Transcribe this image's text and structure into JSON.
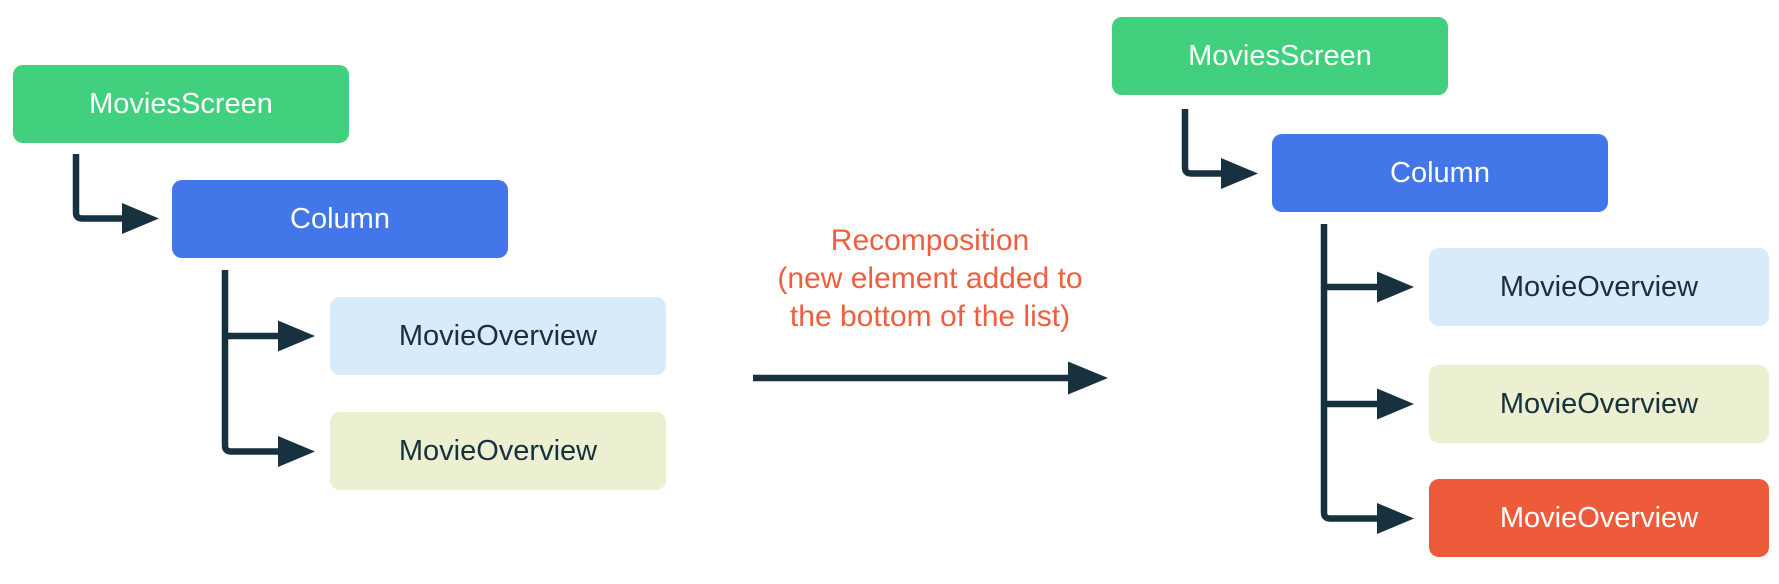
{
  "colors": {
    "green": "#40d07e",
    "blue": "#4376e8",
    "light_blue": "#d7ebfa",
    "light_yellow": "#edf0d0",
    "orange": "#ee5b3b",
    "navy": "#17313e",
    "white": "#ffffff",
    "caption": "#ed5f3e"
  },
  "before_tree": {
    "nodes": [
      {
        "label": "MoviesScreen"
      },
      {
        "label": "Column"
      },
      {
        "label": "MovieOverview"
      },
      {
        "label": "MovieOverview"
      }
    ]
  },
  "after_tree": {
    "nodes": [
      {
        "label": "MoviesScreen"
      },
      {
        "label": "Column"
      },
      {
        "label": "MovieOverview"
      },
      {
        "label": "MovieOverview"
      },
      {
        "label": "MovieOverview"
      }
    ]
  },
  "center": {
    "lines": [
      "Recomposition",
      "(new element added to",
      "the bottom of the list)"
    ]
  }
}
